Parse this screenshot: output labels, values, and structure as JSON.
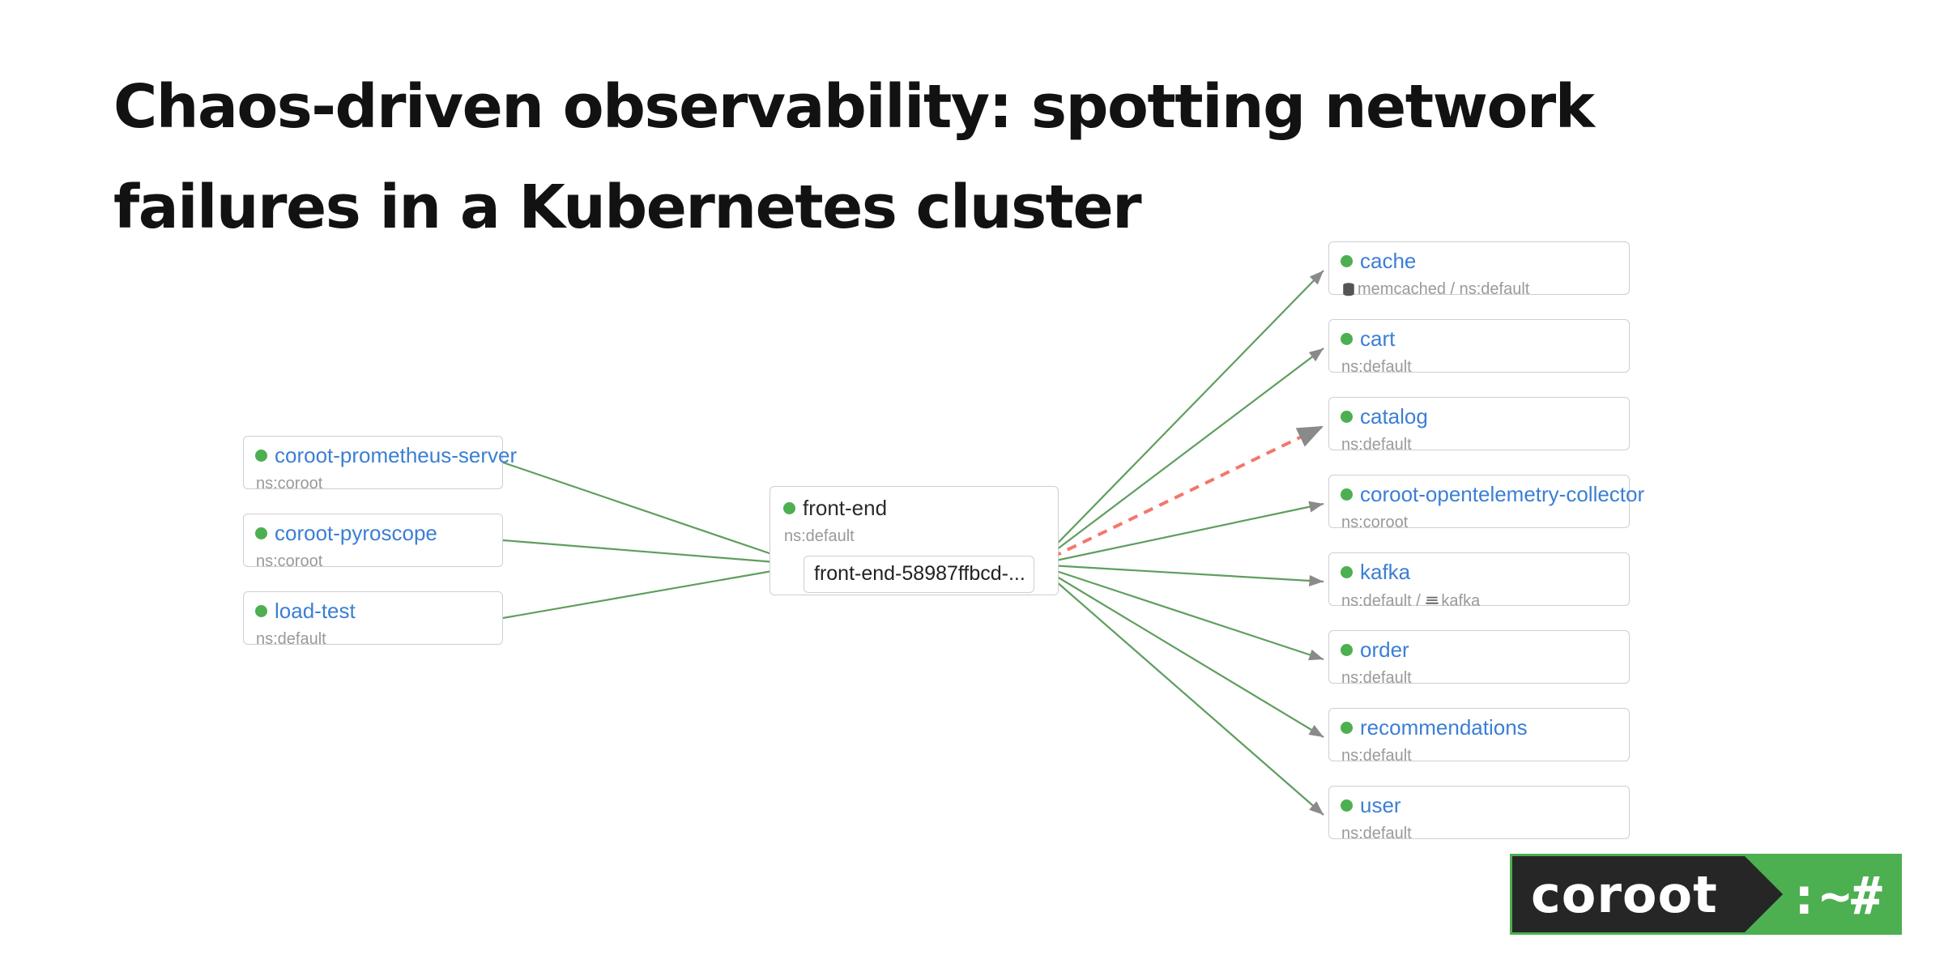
{
  "page": {
    "title": "Chaos-driven observability: spotting network failures in a Kubernetes cluster",
    "background": "#ffffff"
  },
  "colors": {
    "status_ok": "#4caf50",
    "node_link": "#3b7fd4",
    "muted_text": "#9a9a9a",
    "edge_ok": "#5f9e5f",
    "edge_error": "#f4776a",
    "arrowhead": "#8a8a8a",
    "node_border": "#cfcfcf",
    "logo_dark": "#262626",
    "logo_green": "#4caf50"
  },
  "graph": {
    "upstream_nodes": [
      {
        "name": "coroot-prometheus-server",
        "status": "ok",
        "subtitle": "ns:coroot",
        "icon": null
      },
      {
        "name": "coroot-pyroscope",
        "status": "ok",
        "subtitle": "ns:coroot",
        "icon": null
      },
      {
        "name": "load-test",
        "status": "ok",
        "subtitle": "ns:default",
        "icon": null
      }
    ],
    "focus_node": {
      "name": "front-end",
      "status": "ok",
      "subtitle": "ns:default",
      "pod": "front-end-58987ffbcd-..."
    },
    "downstream_nodes": [
      {
        "name": "cache",
        "status": "ok",
        "subtitle": "memcached / ns:default",
        "icon": "database-icon",
        "edge": "ok"
      },
      {
        "name": "cart",
        "status": "ok",
        "subtitle": "ns:default",
        "icon": null,
        "edge": "ok"
      },
      {
        "name": "catalog",
        "status": "ok",
        "subtitle": "ns:default",
        "icon": null,
        "edge": "error"
      },
      {
        "name": "coroot-opentelemetry-collector",
        "status": "ok",
        "subtitle": "ns:coroot",
        "icon": null,
        "edge": "ok"
      },
      {
        "name": "kafka",
        "status": "ok",
        "subtitle": "ns:default / kafka",
        "icon": "queue-icon",
        "edge": "ok"
      },
      {
        "name": "order",
        "status": "ok",
        "subtitle": "ns:default",
        "icon": null,
        "edge": "ok"
      },
      {
        "name": "recommendations",
        "status": "ok",
        "subtitle": "ns:default",
        "icon": null,
        "edge": "ok"
      },
      {
        "name": "user",
        "status": "ok",
        "subtitle": "ns:default",
        "icon": null,
        "edge": "ok"
      }
    ]
  },
  "logo": {
    "wordmark": "coroot",
    "prompt": ":~#"
  }
}
